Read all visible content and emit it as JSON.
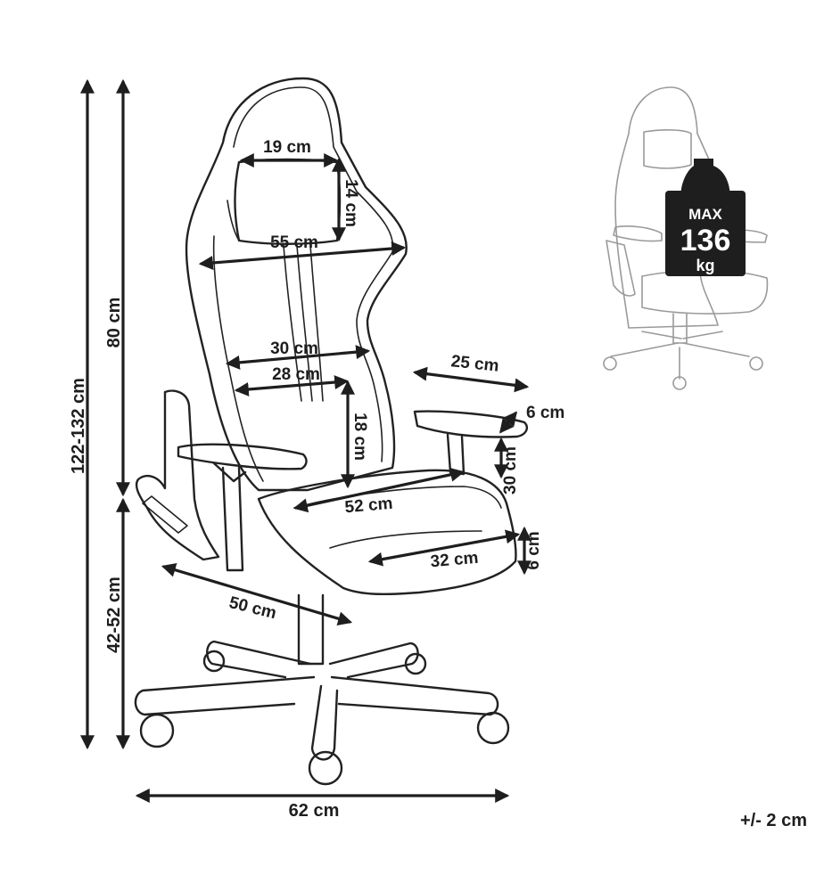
{
  "dimensions": {
    "total_height": "122-132 cm",
    "backrest_height": "80 cm",
    "seat_height": "42-52 cm",
    "base_width": "62 cm",
    "pillow_width": "19 cm",
    "pillow_height": "14 cm",
    "backrest_top_width": "55 cm",
    "backrest_mid_width": "30 cm",
    "lumbar_width": "28 cm",
    "lumbar_height": "18 cm",
    "armrest_length": "25 cm",
    "armrest_width": "6 cm",
    "armrest_height": "30 cm",
    "seat_width": "52 cm",
    "seat_depth_front": "32 cm",
    "seat_thickness": "6 cm",
    "seat_depth": "50 cm"
  },
  "capacity": {
    "max_label": "MAX",
    "value": "136",
    "unit": "kg"
  },
  "tolerance": "+/- 2 cm"
}
